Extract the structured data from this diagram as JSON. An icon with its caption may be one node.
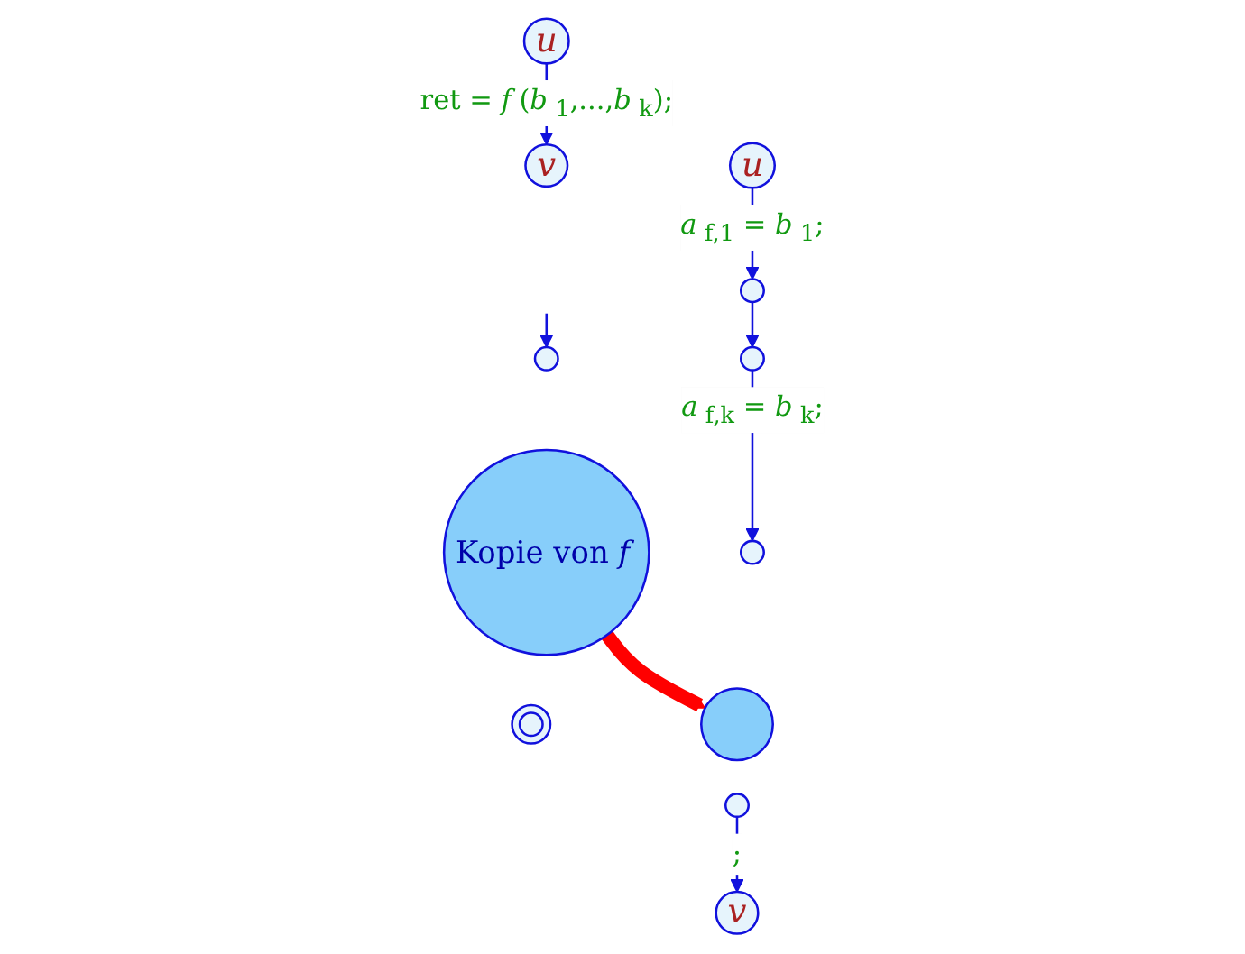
{
  "diagram": {
    "nodes": [
      {
        "text": [
          "u"
        ]
      },
      {
        "text": [
          "v"
        ]
      },
      {
        "text": [],
        "shape": "circle"
      },
      {
        "text": [
          "Kopie von *f*"
        ]
      },
      {
        "text": [],
        "shape": "circle"
      },
      {
        "text": [
          "u"
        ]
      },
      {
        "text": [],
        "shape": "circle"
      },
      {
        "text": [],
        "shape": "circle"
      },
      {
        "text": [],
        "shape": "circle"
      },
      {
        "text": [],
        "shape": "ellipse"
      },
      {
        "text": [],
        "shape": "circle"
      },
      {
        "text": [
          "v"
        ]
      }
    ],
    "edges": [
      {
        "from": 0,
        "to": 1,
        "arrow": "to",
        "label": "ret = *f*(*b*$_{1}$,...,*b*$_{k}$);"
      },
      {
        "from": null,
        "to": 2,
        "arrow": "to"
      },
      {
        "from": 5,
        "to": 6,
        "arrow": "to",
        "label": "*a*$_{f,1}$ = *b*$_{1}$;"
      },
      {
        "from": 6,
        "to": 7,
        "arrow": "to"
      },
      {
        "from": 7,
        "to": 8,
        "arrow": "to",
        "label": "*a*$_{f,k}$ = *b*$_{k}$;"
      },
      {
        "from": 10,
        "to": 11,
        "arrow": "to",
        "label": ";"
      },
      {
        "from": 3,
        "to": 9,
        "arrow": "to",
        "style": "thick",
        "color": "#ff0000"
      }
    ]
  }
}
